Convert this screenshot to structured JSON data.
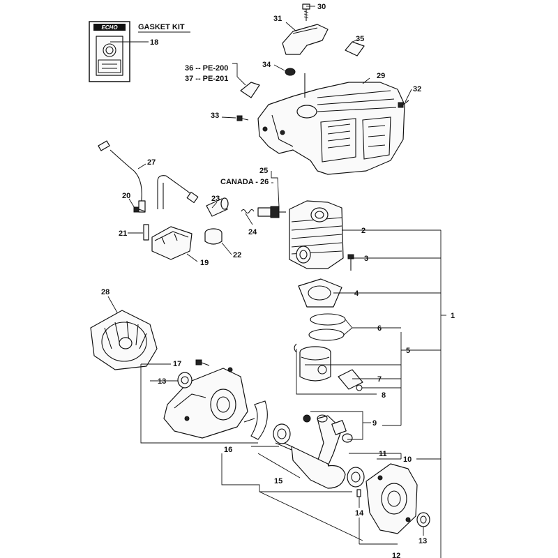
{
  "brand": "ECHO",
  "kit_title": "GASKET KIT",
  "callouts": {
    "c1": "1",
    "c2": "2",
    "c3": "3",
    "c4": "4",
    "c5": "5",
    "c6": "6",
    "c7": "7",
    "c8": "8",
    "c9": "9",
    "c10": "10",
    "c11": "11",
    "c12": "12",
    "c13a": "13",
    "c13b": "13",
    "c14": "14",
    "c15": "15",
    "c16": "16",
    "c17": "17",
    "c18": "18",
    "c19": "19",
    "c20": "20",
    "c21": "21",
    "c22": "22",
    "c23": "23",
    "c24": "24",
    "c25": "25",
    "c26": "CANADA - 26",
    "c27": "27",
    "c28": "28",
    "c29": "29",
    "c30": "30",
    "c31": "31",
    "c32": "32",
    "c33": "33",
    "c34": "34",
    "c35": "35",
    "c36": "36 -- PE-200",
    "c37": "37 -- PE-201"
  }
}
